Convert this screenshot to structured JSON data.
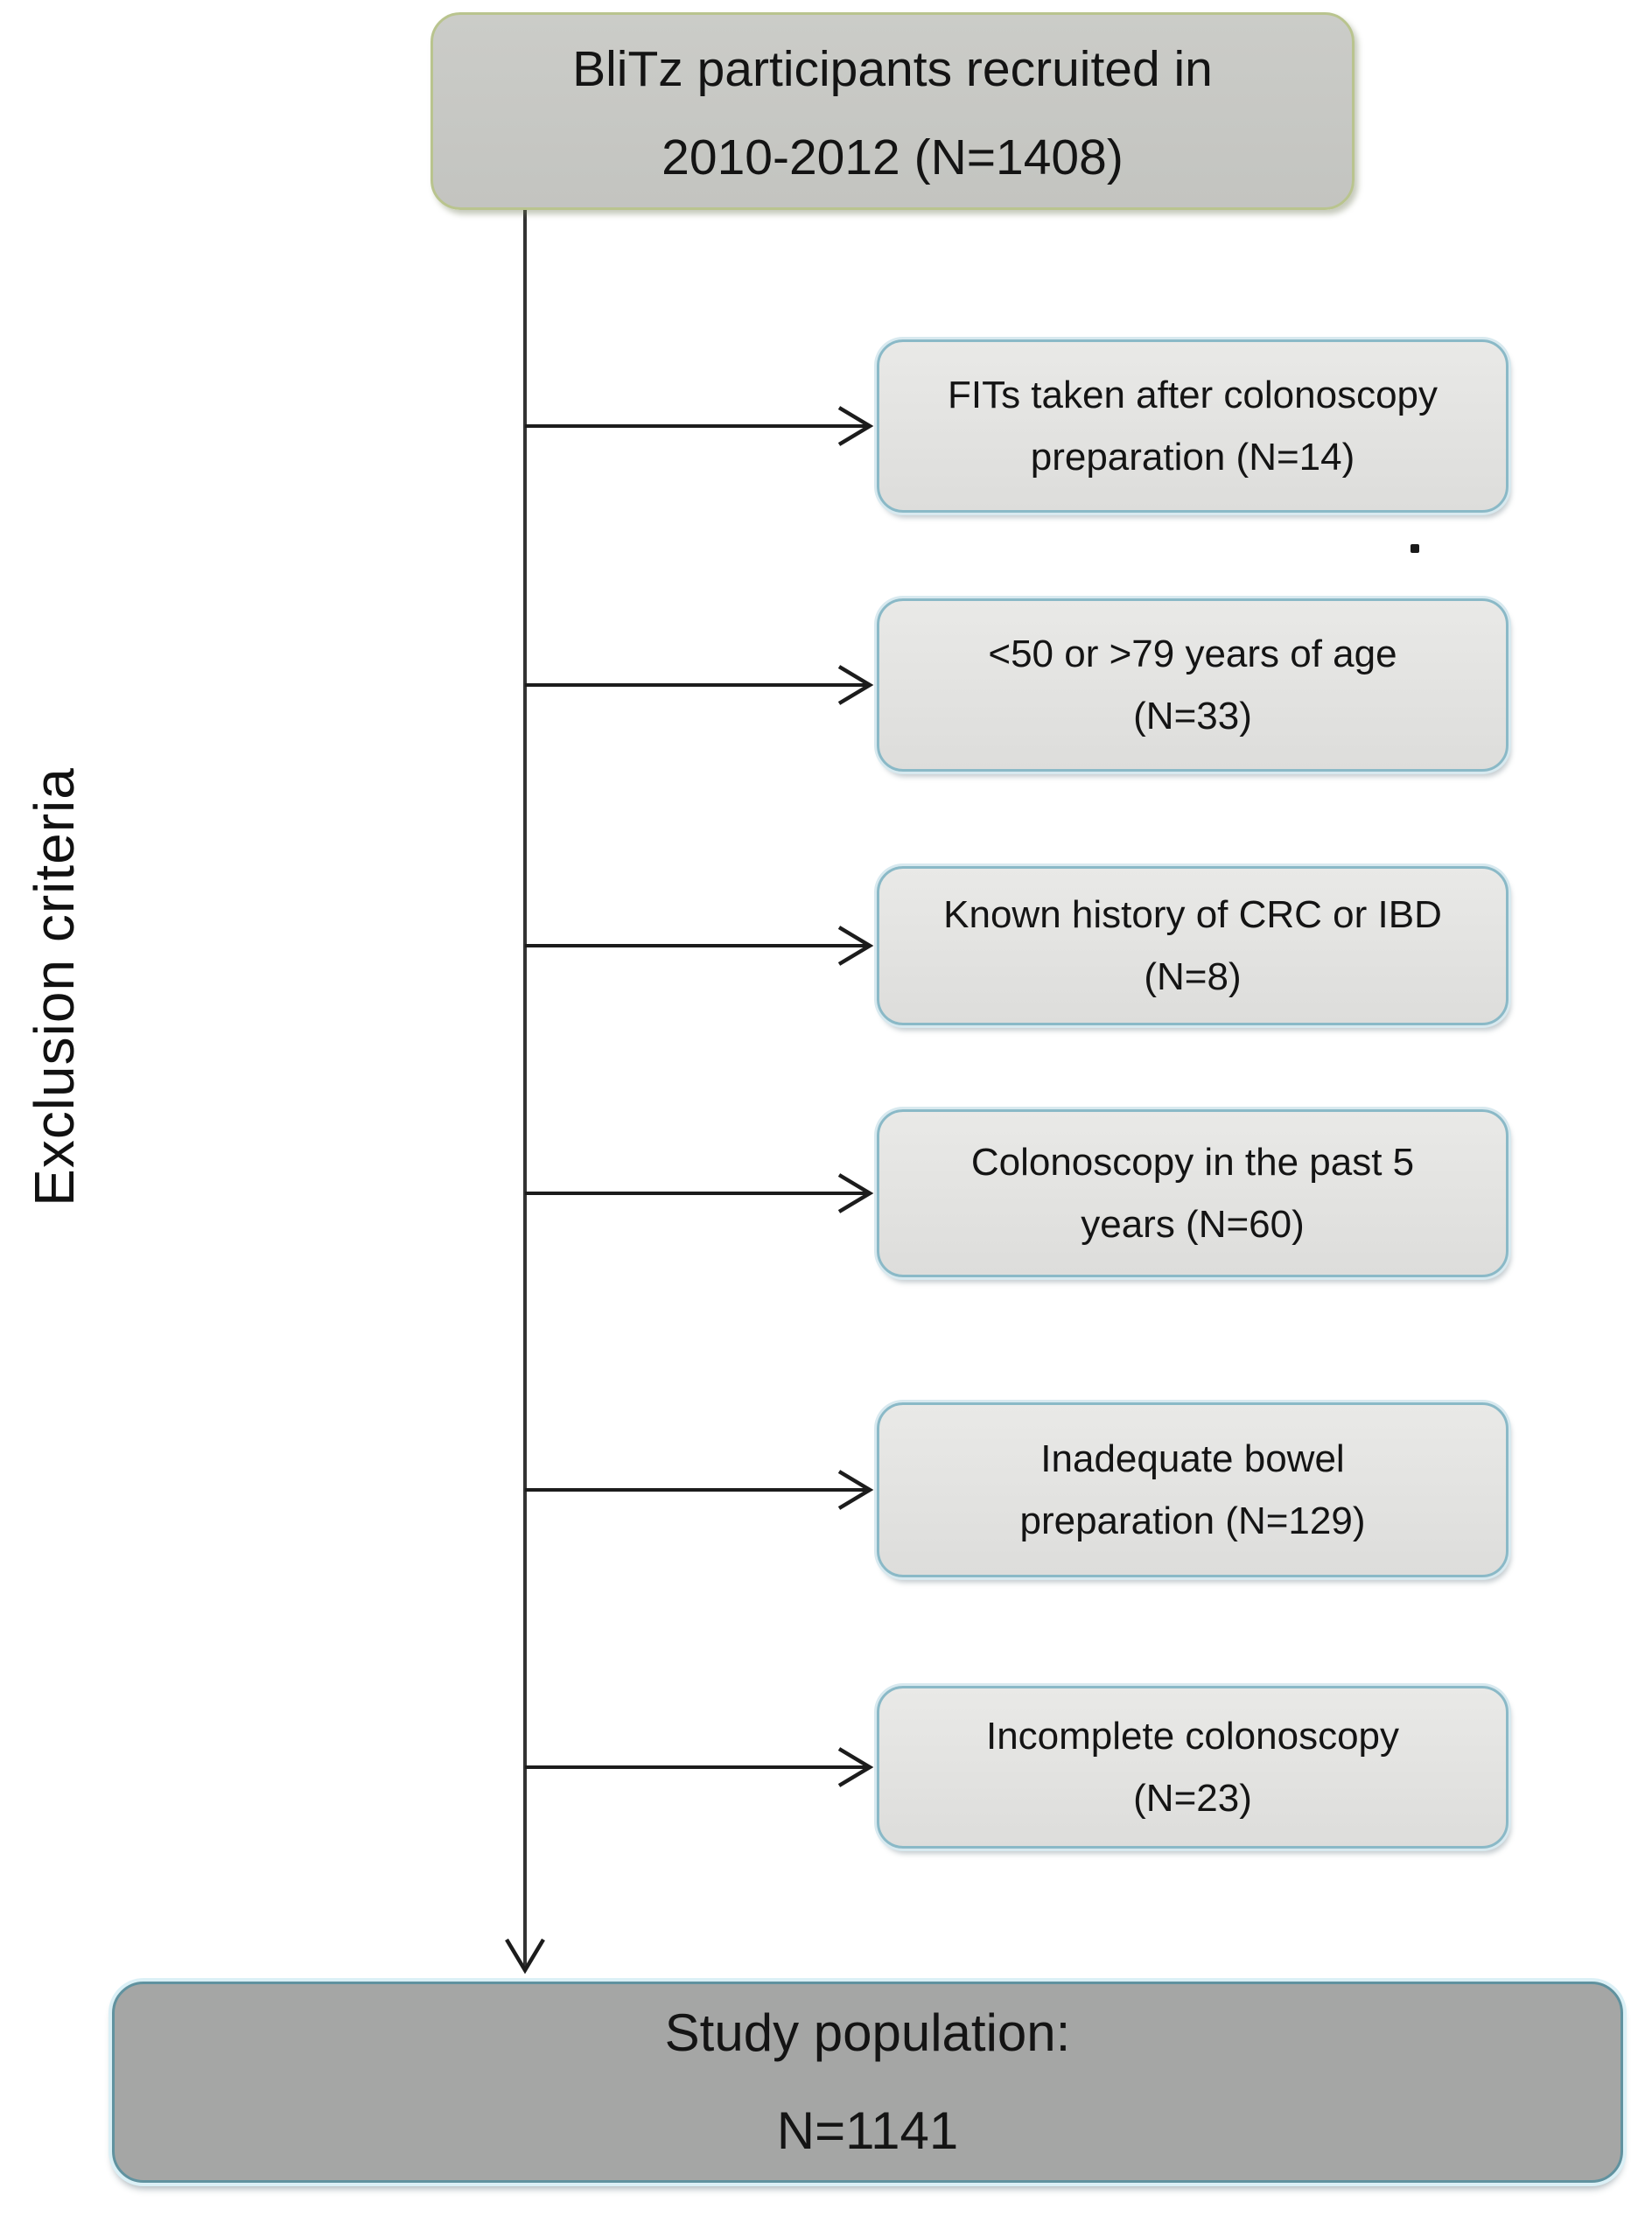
{
  "figure": {
    "side_label": "Exclusion criteria",
    "stray_mark": ".",
    "top_box": {
      "lines": [
        "BliTz participants recruited in",
        "2010-2012 (N=1408)"
      ],
      "full_text": "BliTz participants recruited in 2010-2012 (N=1408)",
      "n": 1408
    },
    "exclusion_boxes": [
      {
        "lines": [
          "FITs taken after colonoscopy",
          "preparation (N=14)"
        ],
        "full_text": "FITs taken after colonoscopy preparation (N=14)",
        "n": 14
      },
      {
        "lines": [
          "<50 or >79 years of age",
          "(N=33)"
        ],
        "full_text": "<50 or >79 years of age (N=33)",
        "n": 33
      },
      {
        "lines": [
          "Known history of CRC or IBD",
          "(N=8)"
        ],
        "full_text": "Known history of CRC or IBD (N=8)",
        "n": 8
      },
      {
        "lines": [
          "Colonoscopy in the past 5",
          "years (N=60)"
        ],
        "full_text": "Colonoscopy in the past 5 years (N=60)",
        "n": 60
      },
      {
        "lines": [
          "Inadequate bowel",
          "preparation (N=129)"
        ],
        "full_text": "Inadequate bowel preparation (N=129)",
        "n": 129
      },
      {
        "lines": [
          "Incomplete colonoscopy",
          "(N=23)"
        ],
        "full_text": "Incomplete colonoscopy (N=23)",
        "n": 23
      }
    ],
    "bottom_box": {
      "lines": [
        "Study population:",
        "N=1141"
      ],
      "full_text": "Study population: N=1141",
      "n": 1141
    },
    "colors": {
      "top_box_fill": "#c7c8c4",
      "top_box_border": "#b9c48e",
      "exclusion_fill": "#e3e3e1",
      "exclusion_border": "#8ab9c7",
      "exclusion_outer_glow": "#d8e9ef",
      "bottom_box_fill": "#a5a6a5",
      "bottom_box_border": "#60929f",
      "connector_line": "#1c1c1c",
      "text": "#141414",
      "background": "#ffffff"
    }
  }
}
